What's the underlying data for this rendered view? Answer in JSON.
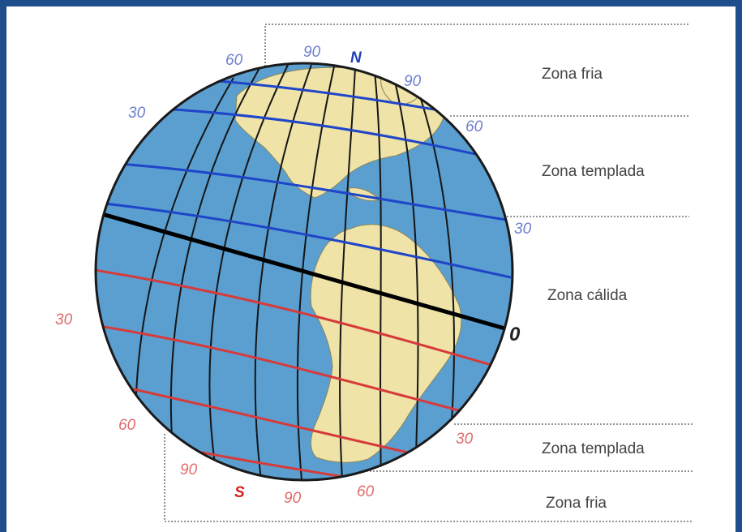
{
  "zones": {
    "north_frigid": "Zona fria",
    "north_temperate": "Zona templada",
    "torrid": "Zona cálida",
    "south_temperate": "Zona templada",
    "south_frigid": "Zona fria"
  },
  "poles": {
    "north": "N",
    "south": "S"
  },
  "equator_label": "0",
  "north_degrees": [
    "60",
    "90",
    "90",
    "30",
    "60",
    "30"
  ],
  "south_degrees": [
    "30",
    "60",
    "90",
    "90",
    "60",
    "30"
  ],
  "colors": {
    "frame": "#1f4e8c",
    "ocean": "#5a9fd0",
    "land": "#efe3a8",
    "north_parallels": "#1f45c8",
    "south_parallels": "#d73a3a",
    "north_label": "#6d7fcf",
    "south_label": "#e06b6b",
    "north_pole_label": "#1e3fb5",
    "south_pole_label": "#d42020"
  }
}
